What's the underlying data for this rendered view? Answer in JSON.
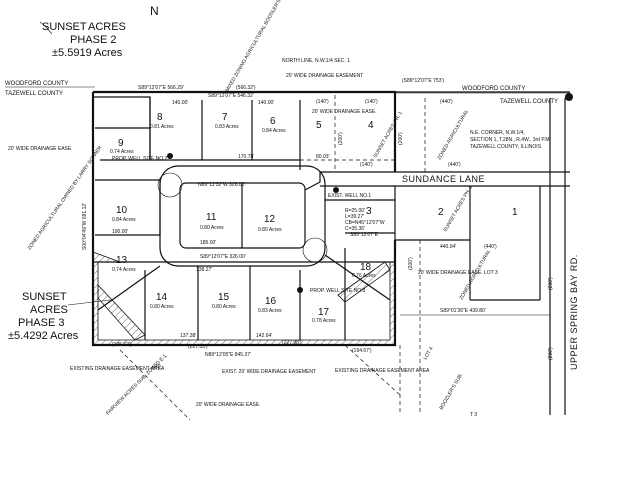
{
  "phase2": {
    "line1": "SUNSET",
    "line2": "ACRES",
    "line3": "PHASE 2",
    "acres": "±5.5919 Acres"
  },
  "phase3": {
    "line1": "SUNSET",
    "line2": "ACRES",
    "line3": "PHASE 3",
    "acres": "±5.4292 Acres"
  },
  "counties": {
    "woodford_west": "WOODFORD COUNTY",
    "tazewell_west": "TAZEWELL COUNTY",
    "woodford_east": "WOODFORD COUNTY",
    "tazewell_east": "TAZEWELL COUNTY"
  },
  "roads": {
    "sundance": "SUNDANCE LANE",
    "upper_spring": "UPPER SPRING BAY RD."
  },
  "bearings": {
    "top1": "S89°12'07\"E  566.29'",
    "top1b": "(566.32')",
    "top2": "S89°12'07\"E  546.32'",
    "top3": "(S89°12'07\"E  753')",
    "west": "S00°04'49\"W  681.12'",
    "inner_top": "N89°12'32\"W  326.00'",
    "inner_bot": "S89°12'07\"E  326.00'",
    "bottom": "N89°12'05\"E  845.37'",
    "east": "S89°12'07\"E",
    "lot2": "S89°01'36\"E  439.80'"
  },
  "lots": [
    {
      "num": "8",
      "acres": "0.81 Acres"
    },
    {
      "num": "7",
      "acres": "0.83 Acres"
    },
    {
      "num": "6",
      "acres": "0.84 Acres"
    },
    {
      "num": "5",
      "acres": ""
    },
    {
      "num": "4",
      "acres": ""
    },
    {
      "num": "9",
      "acres": "0.74 Acres"
    },
    {
      "num": "10",
      "acres": "0.84 Acres"
    },
    {
      "num": "11",
      "acres": "0.80 Acres"
    },
    {
      "num": "12",
      "acres": "0.80 Acres"
    },
    {
      "num": "13",
      "acres": "0.74 Acres"
    },
    {
      "num": "14",
      "acres": "0.80 Acres"
    },
    {
      "num": "15",
      "acres": "0.80 Acres"
    },
    {
      "num": "16",
      "acres": "0.83 Acres"
    },
    {
      "num": "17",
      "acres": "0.78 Acres"
    },
    {
      "num": "18",
      "acres": "0.76 Acres"
    },
    {
      "num": "3",
      "acres": ""
    },
    {
      "num": "2",
      "acres": ""
    },
    {
      "num": "1",
      "acres": ""
    }
  ],
  "notes": {
    "drain_top": "20' WIDE DRAINAGE EASEMENT",
    "drain_left": "20' WIDE DRAINAGE EASE.",
    "drain_mid": "20' WIDE DRAINAGE EASE.",
    "drain_right": "20' WIDE DRAINAGE EASE. LOT 3",
    "drain_bot": "EXIST. 20' WIDE DRAINAGE EASEMENT",
    "drain_bot2": "20' WIDE DRAINAGE EASE.",
    "exist_left": "EXISTING DRAINAGE EASEMENT AREA",
    "exist_right": "EXISTING DRAINAGE EASEMENT AREA",
    "north_line": "NORTH LINE, N.W.1/4 SEC. 1",
    "ne_corner": [
      "N.E. CORNER, N.W.1/4,",
      "SECTION 1, T.28N., R.4W., 3rd P.M.",
      "TAZEWELL COUNTY, ILLINOIS"
    ],
    "well1": "EXIST. WELL NO.1",
    "well2": "PROP. WELL SITE NO.2",
    "well3": "PROP. WELL SITE NO.3",
    "zoned_left": "ZONED AGRICULTURAL OWNED BY LARRY SCHAER",
    "zoned_top": "MIXED ZONING AGRICULTURAL BOOSLER'S SUBDIVISION",
    "zoned_ag": "ZONED AGRICULTURAL",
    "zoned_ag2": "ZONED AGRICULTURAL",
    "sunset_ph1": "SUNSET ACRES PH. 1",
    "sunset_ph1b": "SUNSET ACRES PH. 1",
    "fairview": "FAIRVIEW ACRES SUB. ZONED E-1",
    "boozler": "BOOZLER'S SUB.",
    "lot4": "LOT 4",
    "dims": [
      "(140')",
      "(140')",
      "(440')",
      "(440')",
      "(200')",
      "(200')",
      "(140')",
      "(440')",
      "440.04'",
      "(195.12')",
      "(227.53')",
      "(227.98')",
      "(194.67')",
      "(192')",
      "140.00'",
      "140.00'",
      "138.27'",
      "137.38'",
      "142.64'",
      "190.00'",
      "185.00'",
      "170.78'",
      "80.03'",
      "100.00'",
      "(200')",
      "(200')",
      "(200')"
    ],
    "curve": [
      "R=25.00'",
      "L=39.27'",
      "CB=N45°12'07\"W",
      "C=35.36'"
    ],
    "ten": "10",
    "t3": "T 3"
  }
}
